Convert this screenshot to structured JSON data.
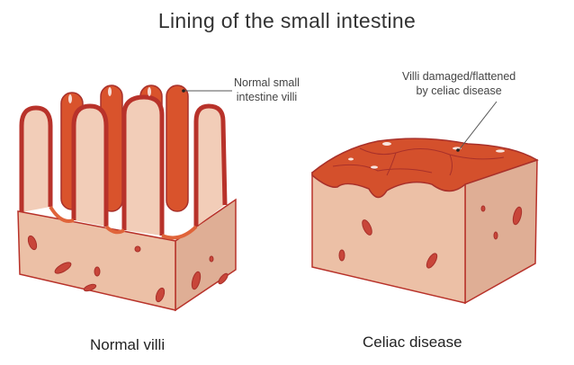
{
  "title": "Lining of the small intestine",
  "labels": {
    "normal_line1": "Normal small",
    "normal_line2": "intestine villi",
    "celiac_line1": "Villi damaged/flattened",
    "celiac_line2": "by celiac disease"
  },
  "captions": {
    "normal": "Normal villi",
    "celiac": "Celiac disease"
  },
  "colors": {
    "tissue": "#ecc0a6",
    "tissue_side": "#dfae95",
    "villi": "#d9532c",
    "outline": "#b8322a",
    "inner": "#f2cdb8"
  }
}
